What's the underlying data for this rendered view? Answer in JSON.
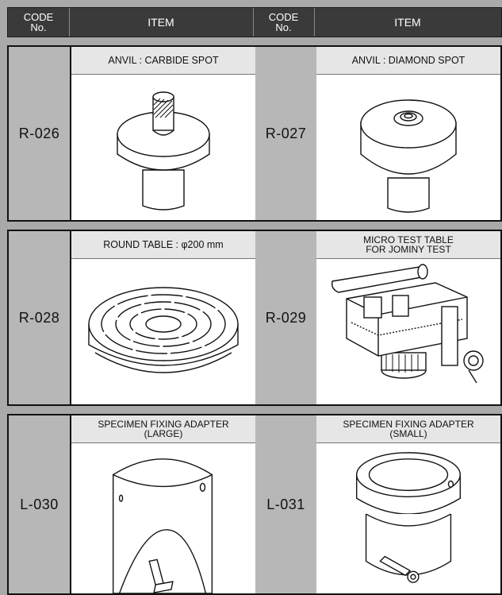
{
  "header": {
    "code_label_1": "CODE",
    "code_label_2": "No.",
    "item_label": "ITEM"
  },
  "rows": [
    {
      "left": {
        "code": "R-026",
        "title": "ANVIL : CARBIDE SPOT",
        "icon": "carbide-spot-anvil"
      },
      "right": {
        "code": "R-027",
        "title": "ANVIL : DIAMOND SPOT",
        "icon": "diamond-spot-anvil"
      }
    },
    {
      "left": {
        "code": "R-028",
        "title": "ROUND TABLE : φ200 mm",
        "icon": "round-table"
      },
      "right": {
        "code": "R-029",
        "title_line1": "MICRO TEST TABLE",
        "title_line2": "FOR JOMINY TEST",
        "icon": "micro-test-table"
      }
    },
    {
      "left": {
        "code": "L-030",
        "title_line1": "SPECIMEN FIXING ADAPTER",
        "title_line2": "(LARGE)",
        "icon": "specimen-adapter-large"
      },
      "right": {
        "code": "L-031",
        "title_line1": "SPECIMEN FIXING ADAPTER",
        "title_line2": "(SMALL)",
        "icon": "specimen-adapter-small"
      }
    }
  ]
}
